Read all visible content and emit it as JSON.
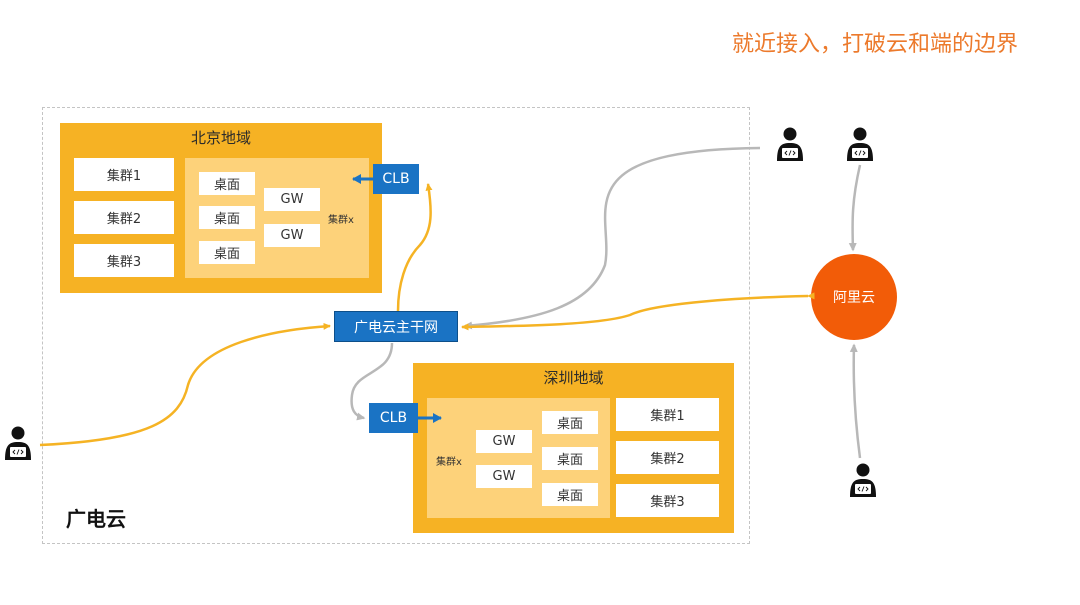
{
  "headline": "就近接入，打破云和端的边界",
  "cloud": {
    "label": "广电云"
  },
  "backbone": {
    "label": "广电云主干网"
  },
  "aliyun": {
    "label": "阿里云"
  },
  "beijing": {
    "title": "北京地域",
    "clusters": [
      "集群1",
      "集群2",
      "集群3"
    ],
    "desktops": [
      "桌面",
      "桌面",
      "桌面"
    ],
    "gateways": [
      "GW",
      "GW"
    ],
    "clusterx": "集群x",
    "clb": "CLB"
  },
  "shenzhen": {
    "title": "深圳地域",
    "clusters": [
      "集群1",
      "集群2",
      "集群3"
    ],
    "desktops": [
      "桌面",
      "桌面",
      "桌面"
    ],
    "gateways": [
      "GW",
      "GW"
    ],
    "clusterx": "集群x",
    "clb": "CLB"
  },
  "colors": {
    "accent_text": "#ec7a2c",
    "region": "#f6b224",
    "inner": "#fdd27a",
    "blue": "#1a73c4",
    "aliyun": "#f25c08",
    "link_orange": "#f5b324",
    "link_gray": "#b8b8b8"
  },
  "icons": [
    "developer-user-icon",
    "developer-user-icon",
    "developer-user-icon",
    "developer-user-icon"
  ]
}
